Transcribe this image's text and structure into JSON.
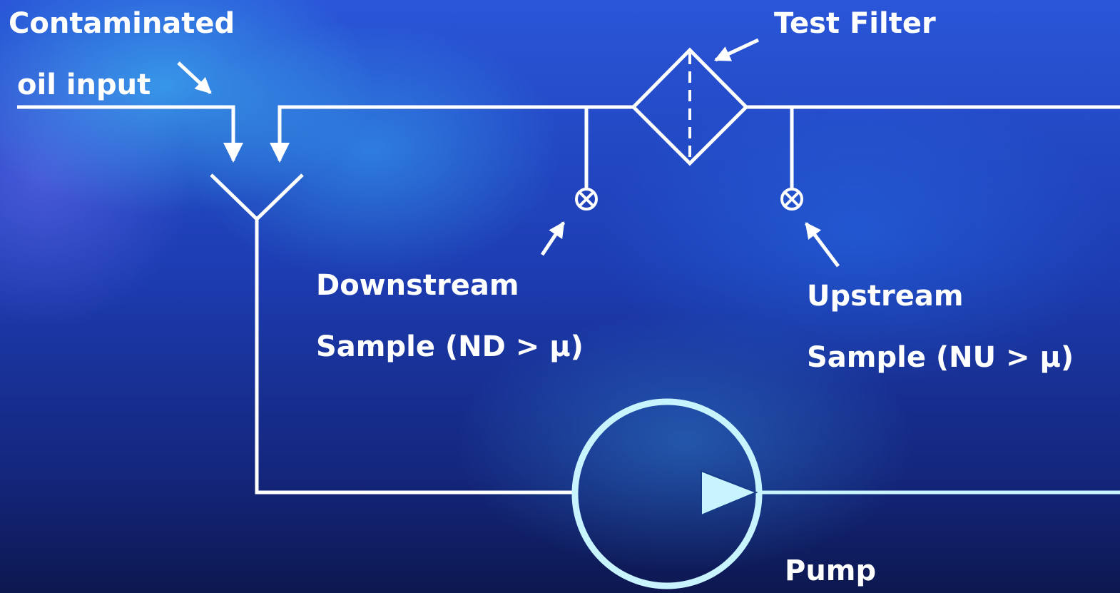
{
  "labels": {
    "contaminated_line1": "Contaminated",
    "contaminated_line2": "oil input",
    "test_filter": "Test Filter",
    "downstream_line1": "Downstream",
    "downstream_line2": "Sample (ND > μ)",
    "upstream_line1": "Upstream",
    "upstream_line2": "Sample (NU > μ)",
    "pump": "Pump"
  },
  "colors": {
    "line": "#ffffff",
    "pump": "#c8f4ff",
    "background_top": "#2a56d8",
    "background_bottom": "#0d1850"
  },
  "icons": {
    "valve": "circle-x-icon",
    "filter": "diamond-filter-icon",
    "pump": "pump-triangle-icon",
    "pointer": "arrow-icon"
  }
}
